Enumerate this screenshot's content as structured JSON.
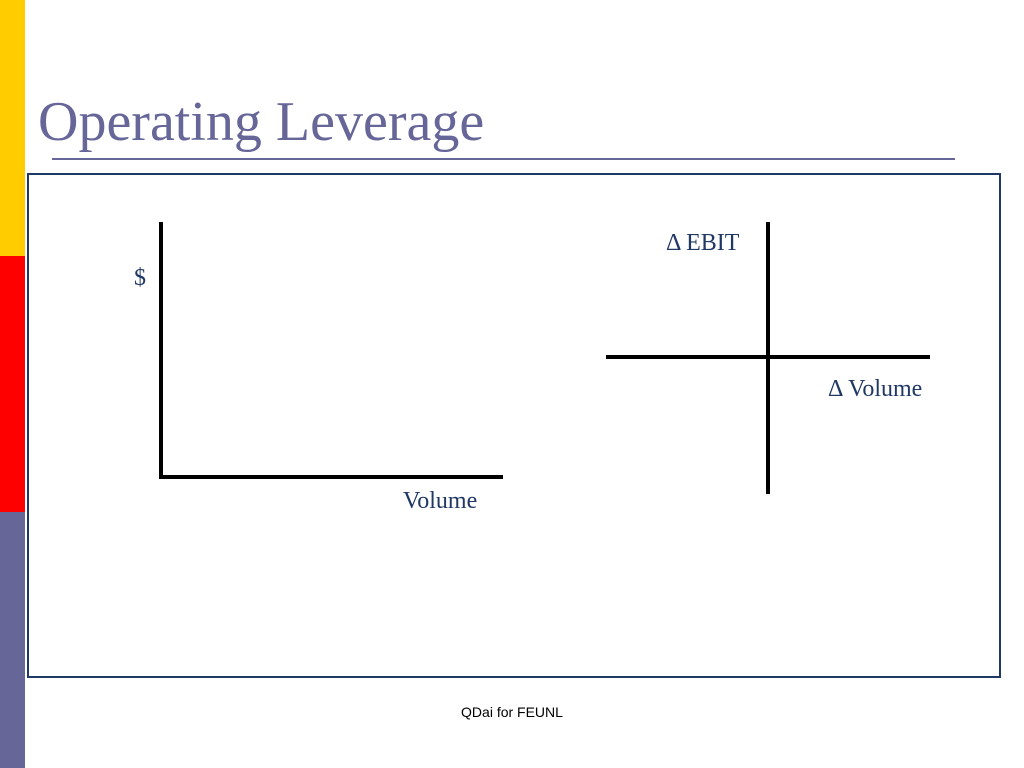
{
  "slide": {
    "title": "Operating Leverage",
    "footer": "QDai for FEUNL"
  },
  "diagram": {
    "left_graph": {
      "y_axis_label": "$",
      "x_axis_label": "Volume"
    },
    "right_graph": {
      "y_axis_label": "Δ EBIT",
      "x_axis_label": "Δ Volume"
    }
  },
  "colors": {
    "title": "#666699",
    "label_text": "#1f3864",
    "box_border": "#1f3864",
    "axis_line": "#000000",
    "bar_yellow": "#ffcc00",
    "bar_red": "#ff0000",
    "bar_purple": "#666699"
  }
}
